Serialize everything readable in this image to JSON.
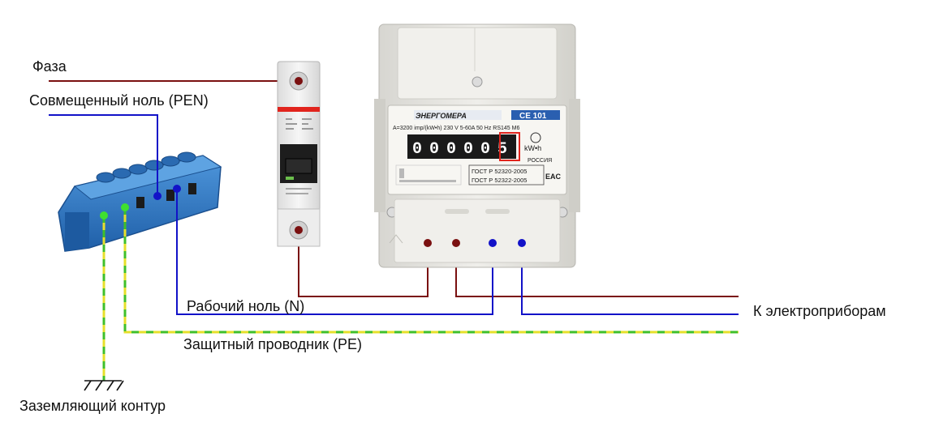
{
  "labels": {
    "phase": "Фаза",
    "pen": "Совмещенный ноль (PEN)",
    "neutral": "Рабочий ноль (N)",
    "appliances": "К электроприборам",
    "pe": "Защитный проводник (PE)",
    "ground": "Заземляющий контур"
  },
  "meter": {
    "brand": "ЭНЕРГОМЕРА",
    "model": "CE 101",
    "spec_line": "A=3200 imp/(kW•h)  230 V  5-60A  50 Hz  RS145 M6",
    "reading": [
      "0",
      "0",
      "0",
      "0",
      "0",
      "5"
    ],
    "unit": "kW•h",
    "country": "РОССИЯ",
    "gost_1": "ГОСТ Р 52320-2005",
    "gost_2": "ГОСТ Р 52322-2005",
    "eac": "EAC"
  },
  "colors": {
    "phase_wire": "#7a1010",
    "neutral_wire": "#1212c8",
    "pe_wire_yellow": "#e6df2a",
    "pe_wire_green": "#3fbf2a",
    "busbar": "#2f76c0",
    "breaker_body": "#ececec",
    "meter_body": "#e9e8e3",
    "meter_display": "#1a1a1a"
  }
}
